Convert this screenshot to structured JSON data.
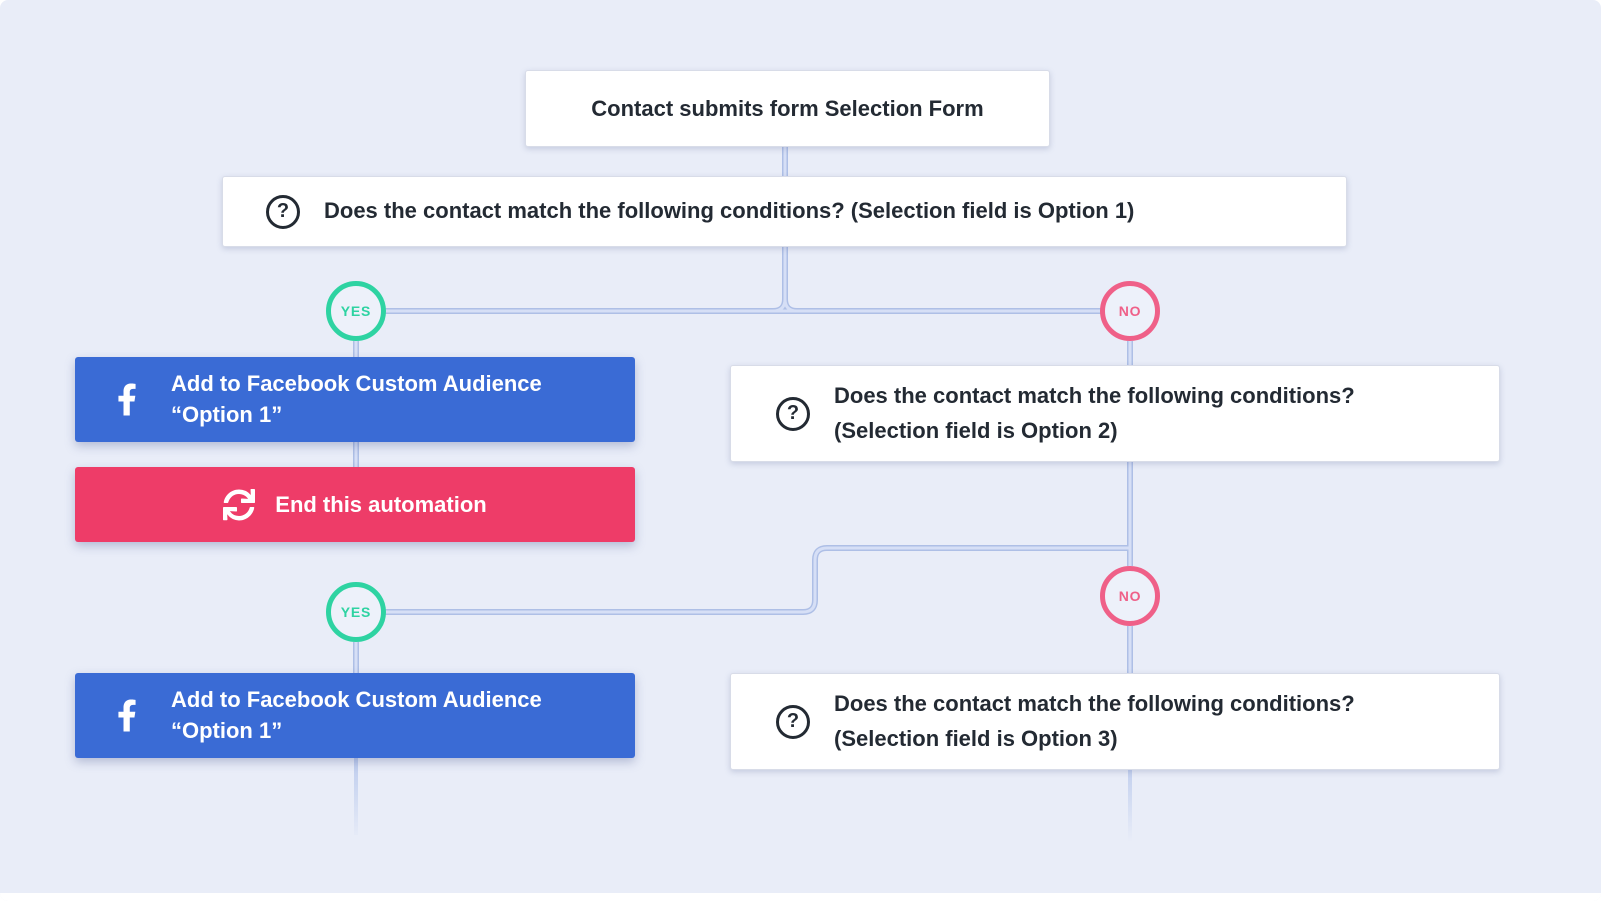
{
  "colors": {
    "background": "#e9edf8",
    "connector": "#bccbed",
    "node_background": "#ffffff",
    "node_border": "#d8dce8",
    "text_dark": "#232a33",
    "facebook_blue": "#3a6bd5",
    "end_pink": "#ee3c68",
    "yes_green": "#2ed3a2",
    "no_pink": "#ef6088"
  },
  "icons": {
    "question_glyph": "?",
    "facebook_icon": "facebook-f",
    "sync_icon": "sync-arrows"
  },
  "flow": {
    "trigger": {
      "label": "Contact submits form Selection Form"
    },
    "conditions": [
      {
        "text": "Does the contact match the following conditions? (Selection field is Option 1)"
      },
      {
        "line1": "Does the contact match the following conditions?",
        "line2": "(Selection field is Option 2)"
      },
      {
        "line1": "Does the contact match the following conditions?",
        "line2": "(Selection field is Option 3)"
      }
    ],
    "facebook_action": {
      "line1": "Add to Facebook Custom Audience",
      "line2": "“Option 1”"
    },
    "end_action": {
      "label": "End this automation"
    },
    "branch_labels": {
      "yes": "YES",
      "no": "NO"
    }
  }
}
